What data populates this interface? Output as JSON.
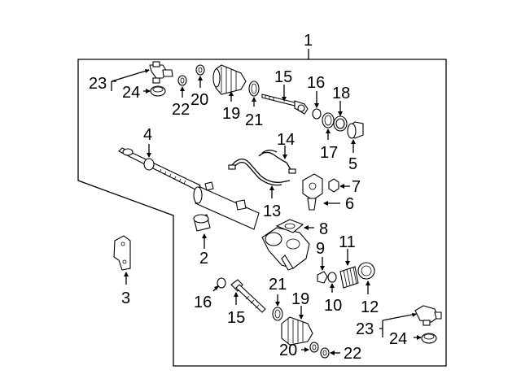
{
  "callouts": {
    "c1": "1",
    "c2": "2",
    "c3": "3",
    "c4": "4",
    "c5": "5",
    "c6": "6",
    "c7": "7",
    "c8": "8",
    "c9": "9",
    "c10": "10",
    "c11": "11",
    "c12": "12",
    "c13": "13",
    "c14": "14",
    "c15_top": "15",
    "c15_bot": "15",
    "c16_top": "16",
    "c16_bot": "16",
    "c17": "17",
    "c18": "18",
    "c19_top": "19",
    "c19_bot": "19",
    "c20_top": "20",
    "c20_bot": "20",
    "c21_top": "21",
    "c21_bot": "21",
    "c22_top": "22",
    "c22_bot": "22",
    "c23_top": "23",
    "c23_bot": "23",
    "c24_top": "24",
    "c24_bot": "24"
  },
  "icons": {
    "rack": "rack-gear-icon",
    "housing": "steering-housing-icon",
    "valve": "pinion-valve-icon",
    "bracket": "mounting-bracket-icon",
    "boot": "rack-boot-icon",
    "tierod": "tie-rod-icon",
    "tierod_end": "tie-rod-end-icon"
  }
}
